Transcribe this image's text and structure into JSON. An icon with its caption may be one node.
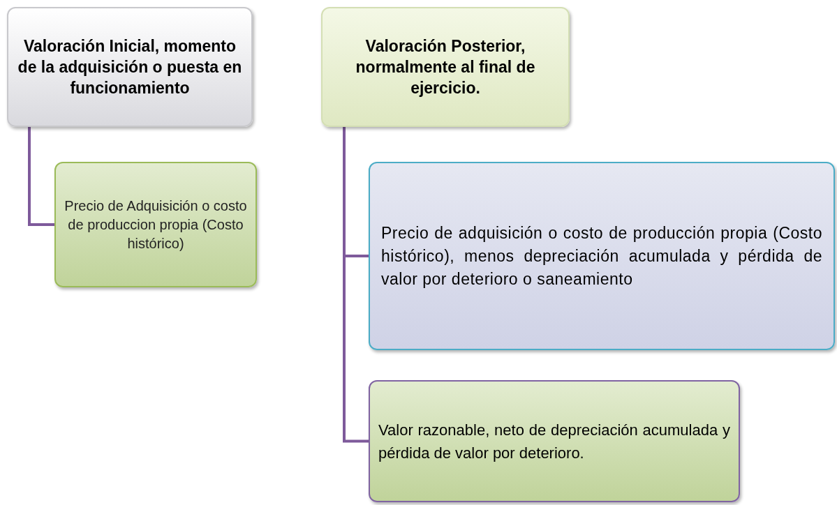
{
  "diagram": {
    "nodes": [
      {
        "text": [
          "Valoración Inicial, momento de la adquisición o puesta en funcionamiento"
        ]
      },
      {
        "text": [
          "Precio de Adquisición o costo de produccion propia (Costo histórico)"
        ]
      },
      {
        "text": [
          "Valoración Posterior, normalmente al final de ejercicio."
        ]
      },
      {
        "text": [
          "Precio de adquisición o costo de producción propia (Costo histórico), menos depreciación acumulada y pérdida de valor por deterioro o saneamiento"
        ]
      },
      {
        "text": [
          "Valor razonable, neto de depreciación acumulada y pérdida de valor por deterioro."
        ]
      }
    ],
    "edges": [
      {
        "from": 0,
        "to": 1,
        "arrow": "none"
      },
      {
        "from": 2,
        "to": 3,
        "arrow": "none"
      },
      {
        "from": 2,
        "to": 4,
        "arrow": "none"
      }
    ]
  }
}
